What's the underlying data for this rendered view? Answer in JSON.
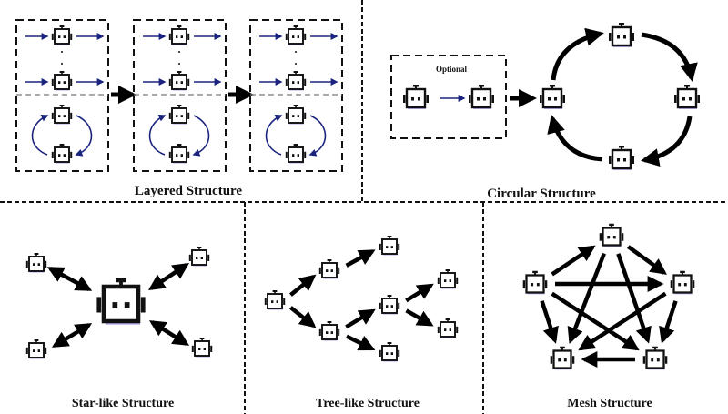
{
  "panels": {
    "layered": {
      "title": "Layered Structure"
    },
    "circular": {
      "title": "Circular Structure",
      "optional_label": "Optional"
    },
    "star": {
      "title": "Star-like Structure"
    },
    "tree": {
      "title": "Tree-like Structure"
    },
    "mesh": {
      "title": "Mesh Structure"
    }
  },
  "icons": {
    "agent": "robot-icon"
  },
  "colors": {
    "agent_fill": "#ffffff",
    "agent_outline": "#111111",
    "agent_shadow": "#b9b6f0",
    "blue_arrow": "#1a237e",
    "black_arrow": "#000000"
  }
}
